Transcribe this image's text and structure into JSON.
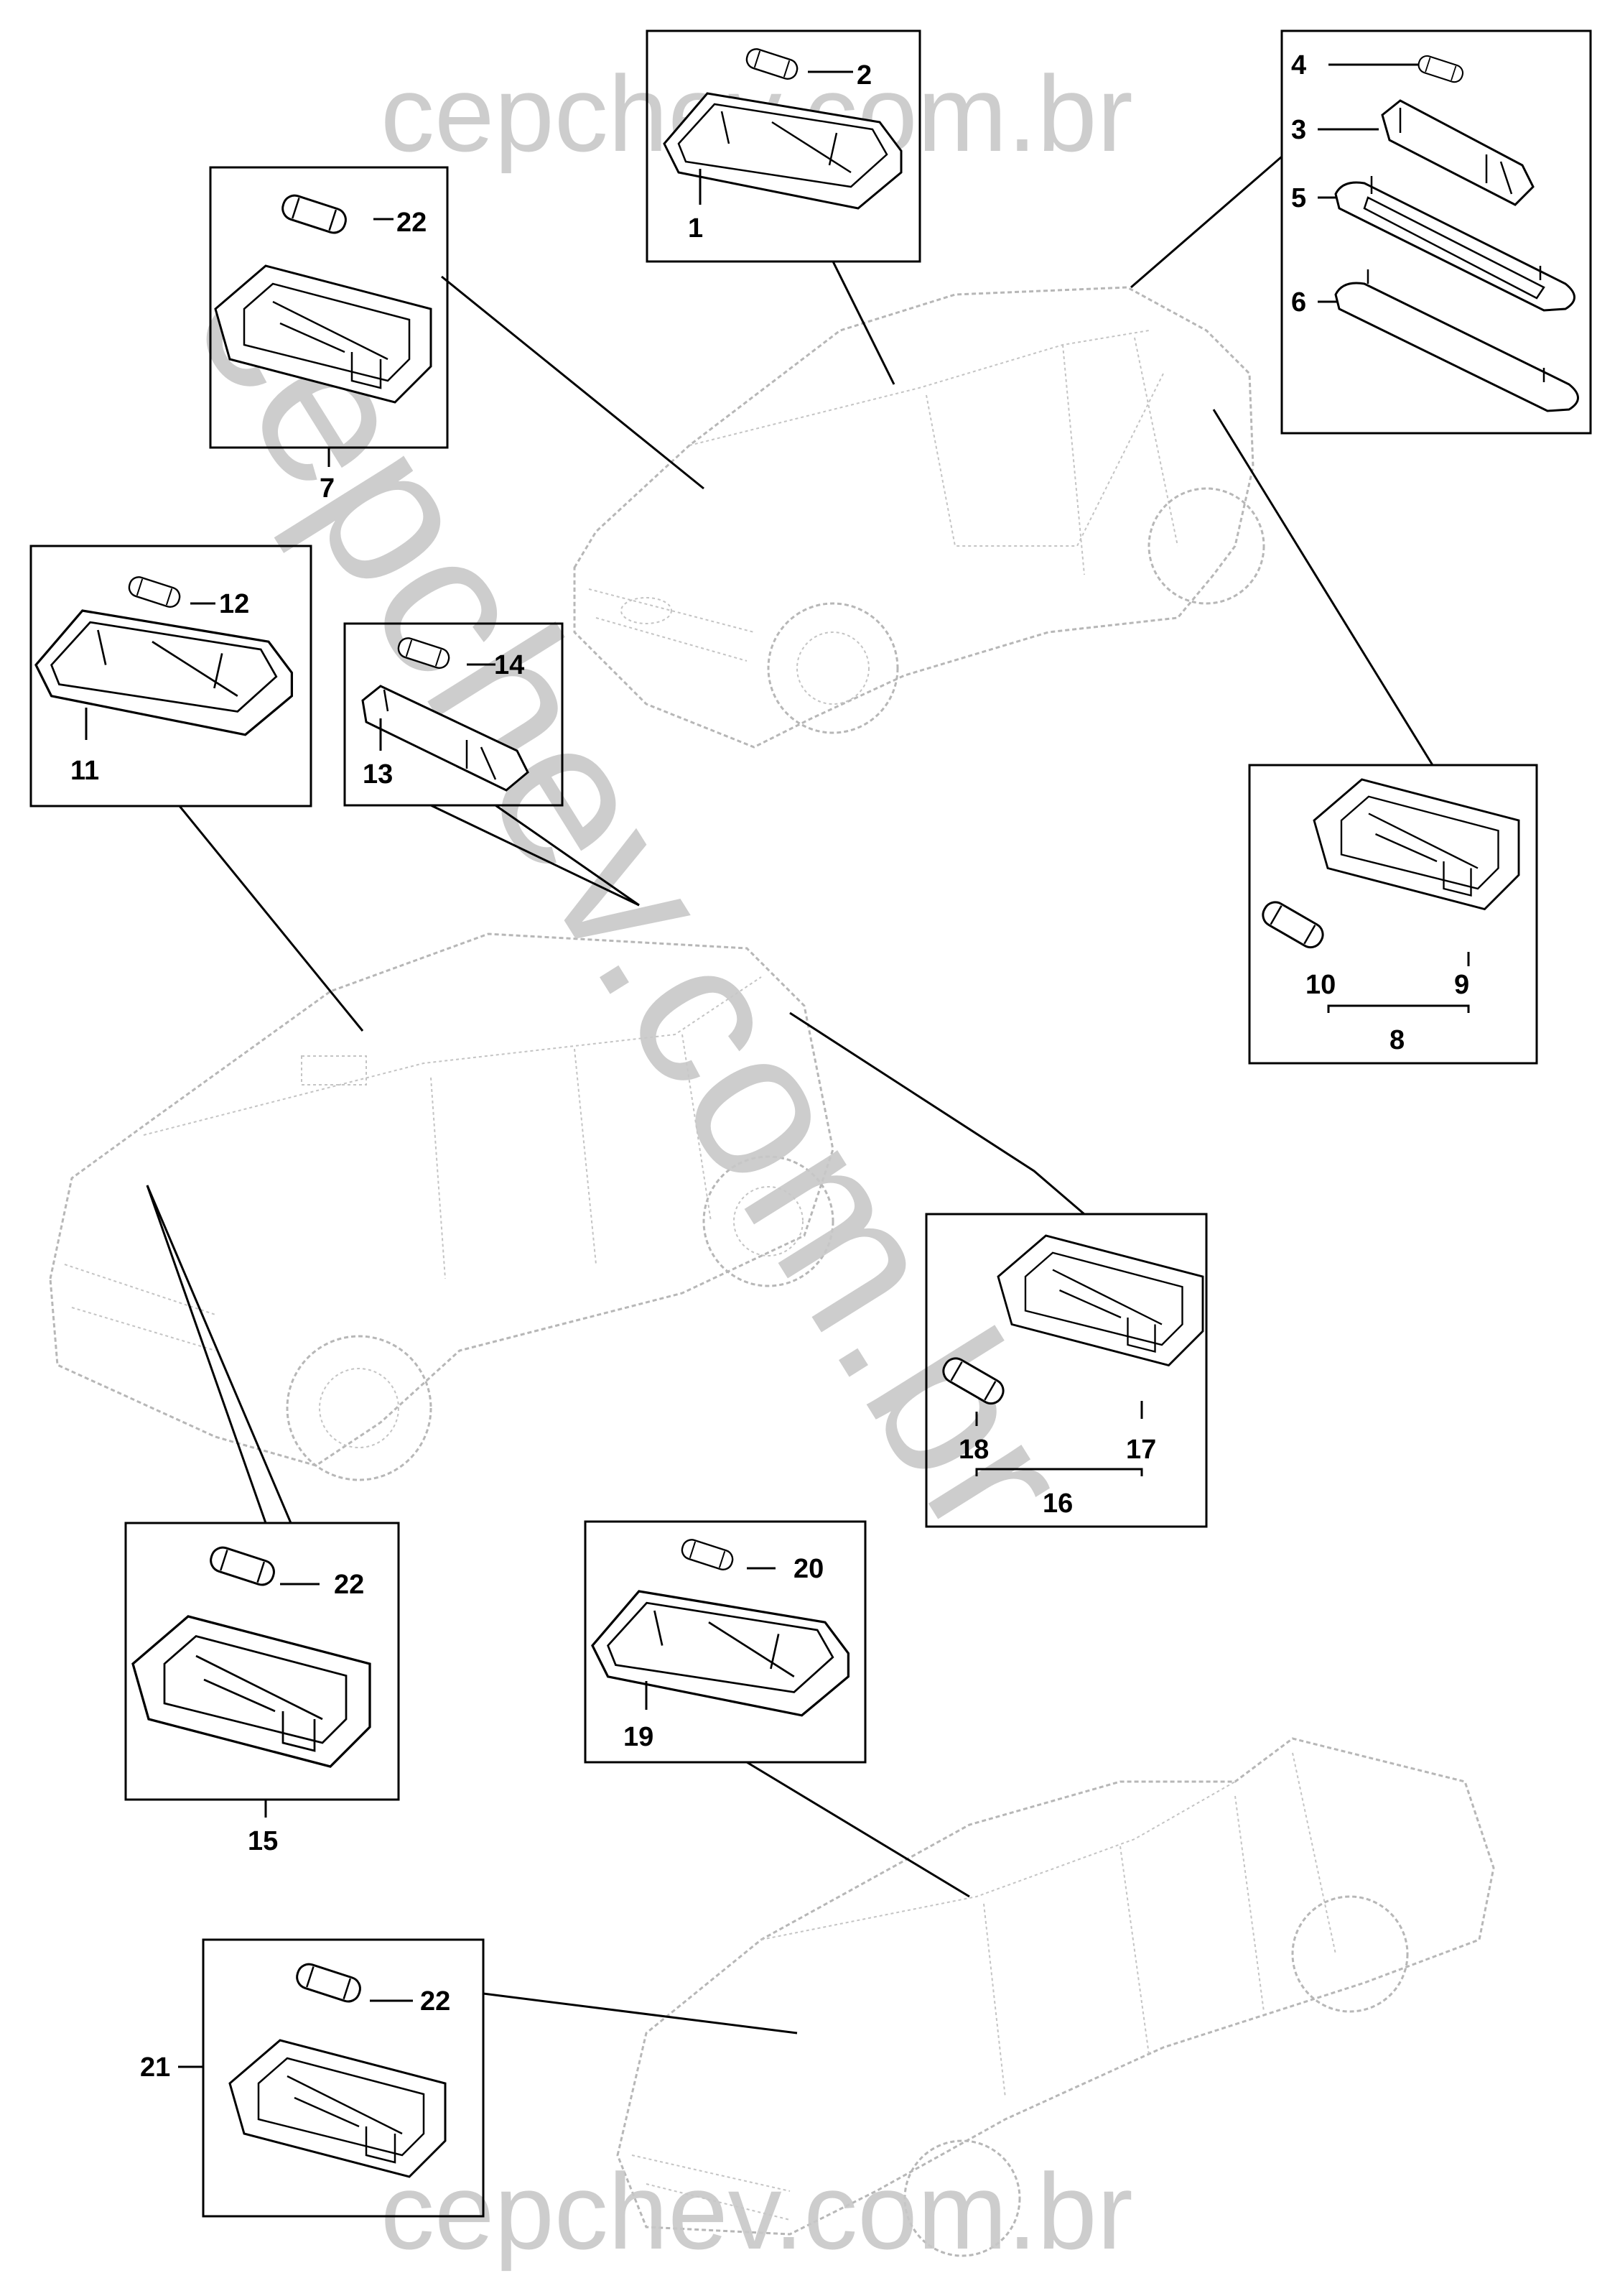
{
  "watermark": {
    "top": "cepchev.com.br",
    "bottom": "cepchev.com.br",
    "diagonal": "cepchev.com.br"
  },
  "callouts": {
    "c1": "1",
    "c2": "2",
    "c3": "3",
    "c4": "4",
    "c5": "5",
    "c6": "6",
    "c7": "7",
    "c8": "8",
    "c9": "9",
    "c10": "10",
    "c11": "11",
    "c12": "12",
    "c13": "13",
    "c14": "14",
    "c15": "15",
    "c16": "16",
    "c17": "17",
    "c18": "18",
    "c19": "19",
    "c20": "20",
    "c21": "21",
    "c22a": "22",
    "c22b": "22",
    "c22c": "22"
  }
}
